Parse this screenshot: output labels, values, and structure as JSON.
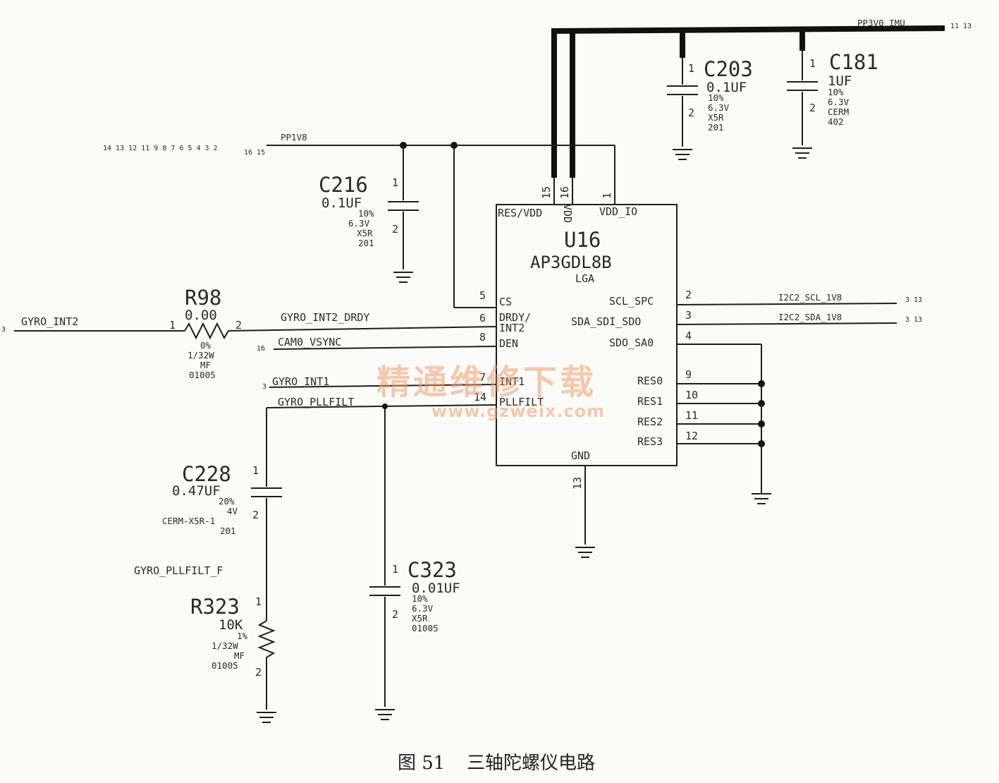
{
  "nets": {
    "pp3v0": "PP3V0_IMU",
    "pp3v0_ref": "11 13",
    "pp1v8": "PP1V8",
    "pp1v8_ref_a": "14 13 12 11 9 8 7 6 5 4 3 2",
    "pp1v8_ref_b": "16 15",
    "gyro_int2": "GYRO_INT2",
    "gyro_int2_ref": "3",
    "gyro_int2_drdy": "GYRO_INT2_DRDY",
    "cam0_vsync": "CAM0_VSYNC",
    "cam0_ref": "16",
    "gyro_int1": "GYRO_INT1",
    "gyro_int1_ref": "3",
    "gyro_pllfilt": "GYRO_PLLFILT",
    "gyro_pllfilt_f": "GYRO_PLLFILT_F",
    "i2c_scl": "I2C2_SCL_1V8",
    "i2c_scl_ref": "3 13",
    "i2c_sda": "I2C2_SDA_1V8",
    "i2c_sda_ref": "3 13"
  },
  "ic": {
    "ref": "U16",
    "part": "AP3GDL8B",
    "package": "LGA",
    "pins": {
      "res_vdd": "RES/VDD",
      "vdd": "VDD",
      "vdd_io": "VDD_IO",
      "cs": "CS",
      "drdy": "DRDY/",
      "int2": "INT2",
      "den": "DEN",
      "int1": "INT1",
      "pllfilt": "PLLFILT",
      "scl": "SCL_SPC",
      "sda": "SDA_SDI_SDO",
      "sdo": "SDO_SA0",
      "res0": "RES0",
      "res1": "RES1",
      "res2": "RES2",
      "res3": "RES3",
      "gnd": "GND"
    },
    "pin_numbers": {
      "p15": "15",
      "p16": "16",
      "p1": "1",
      "p5": "5",
      "p6": "6",
      "p8": "8",
      "p7": "7",
      "p14": "14",
      "p2": "2",
      "p3": "3",
      "p4": "4",
      "p9": "9",
      "p10": "10",
      "p11": "11",
      "p12": "12",
      "p13": "13"
    }
  },
  "components": {
    "c203": {
      "ref": "C203",
      "value": "0.1UF",
      "tol": "10%",
      "volt": "6.3V",
      "dielectric": "X5R",
      "size": "201"
    },
    "c181": {
      "ref": "C181",
      "value": "1UF",
      "tol": "10%",
      "volt": "6.3V",
      "dielectric": "CERM",
      "size": "402"
    },
    "c216": {
      "ref": "C216",
      "value": "0.1UF",
      "tol": "10%",
      "volt": "6.3V",
      "dielectric": "X5R",
      "size": "201"
    },
    "r98": {
      "ref": "R98",
      "value": "0.00",
      "tol": "0%",
      "power": "1/32W",
      "type": "MF",
      "size": "01005"
    },
    "c228": {
      "ref": "C228",
      "value": "0.47UF",
      "tol": "20%",
      "volt": "4V",
      "dielectric": "CERM-X5R-1",
      "size": "201"
    },
    "c323": {
      "ref": "C323",
      "value": "0.01UF",
      "tol": "10%",
      "volt": "6.3V",
      "dielectric": "X5R",
      "size": "01005"
    },
    "r323": {
      "ref": "R323",
      "value": "10K",
      "tol": "1%",
      "power": "1/32W",
      "type": "MF",
      "size": "01005"
    }
  },
  "pin_labels": {
    "one": "1",
    "two": "2"
  },
  "watermark": {
    "cn": "精通维修下载",
    "url": "www.gzweix.com"
  },
  "caption": {
    "fig": "图 51",
    "title": "三轴陀螺仪电路"
  }
}
